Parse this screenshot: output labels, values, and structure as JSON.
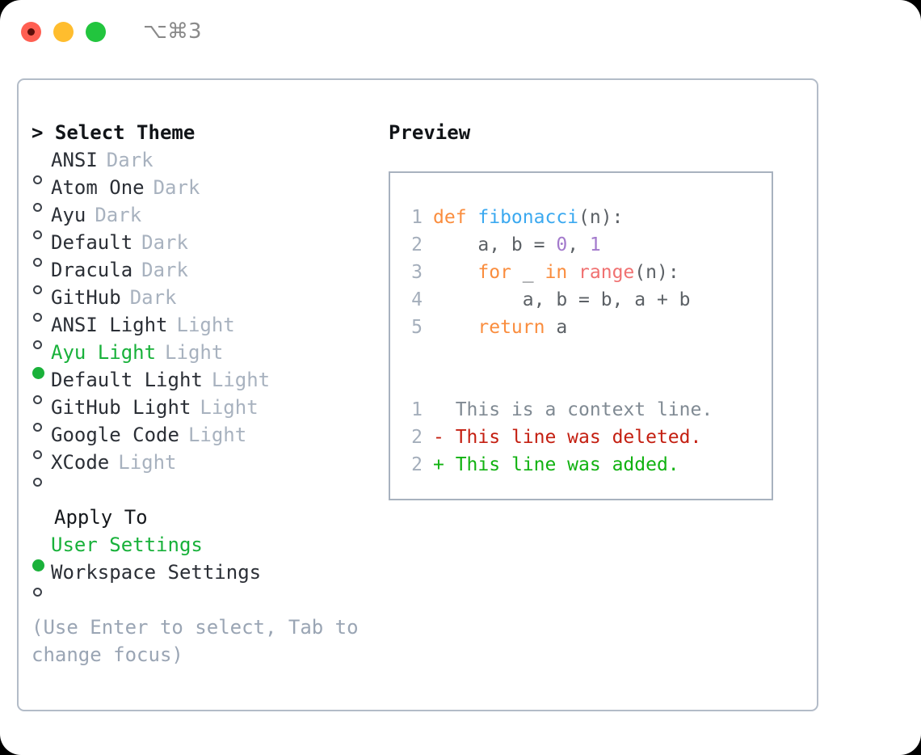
{
  "titlebar": {
    "shortcut": "⌥⌘3",
    "lights": [
      {
        "name": "close",
        "color": "#ff5f52"
      },
      {
        "name": "minimize",
        "color": "#ffbd2e"
      },
      {
        "name": "maximize",
        "color": "#22c53e"
      }
    ]
  },
  "left": {
    "header": "> Select Theme",
    "themes": [
      {
        "name": "ANSI",
        "badge": "Dark",
        "selected": false
      },
      {
        "name": "Atom One",
        "badge": "Dark",
        "selected": false
      },
      {
        "name": "Ayu",
        "badge": "Dark",
        "selected": false
      },
      {
        "name": "Default",
        "badge": "Dark",
        "selected": false
      },
      {
        "name": "Dracula",
        "badge": "Dark",
        "selected": false
      },
      {
        "name": "GitHub",
        "badge": "Dark",
        "selected": false
      },
      {
        "name": "ANSI Light",
        "badge": "Light",
        "selected": false
      },
      {
        "name": "Ayu Light",
        "badge": "Light",
        "selected": true
      },
      {
        "name": "Default Light",
        "badge": "Light",
        "selected": false
      },
      {
        "name": "GitHub Light",
        "badge": "Light",
        "selected": false
      },
      {
        "name": "Google Code",
        "badge": "Light",
        "selected": false
      },
      {
        "name": "XCode",
        "badge": "Light",
        "selected": false
      }
    ],
    "apply_to_header": "Apply To",
    "apply_to_options": [
      {
        "name": "User Settings",
        "selected": true
      },
      {
        "name": "Workspace Settings",
        "selected": false
      }
    ],
    "hint": "(Use Enter to select, Tab to change focus)"
  },
  "right": {
    "header": "Preview",
    "code_lines": [
      {
        "n": "1",
        "tokens": [
          {
            "t": "def ",
            "c": "kw"
          },
          {
            "t": "fibonacci",
            "c": "fn"
          },
          {
            "t": "(n):",
            "c": "pln"
          }
        ]
      },
      {
        "n": "2",
        "tokens": [
          {
            "t": "    a, b = ",
            "c": "pln"
          },
          {
            "t": "0",
            "c": "num"
          },
          {
            "t": ", ",
            "c": "pln"
          },
          {
            "t": "1",
            "c": "num"
          }
        ]
      },
      {
        "n": "3",
        "tokens": [
          {
            "t": "    ",
            "c": "pln"
          },
          {
            "t": "for",
            "c": "kw"
          },
          {
            "t": " _ ",
            "c": "pln"
          },
          {
            "t": "in",
            "c": "kw"
          },
          {
            "t": " ",
            "c": "pln"
          },
          {
            "t": "range",
            "c": "bi"
          },
          {
            "t": "(n):",
            "c": "pln"
          }
        ]
      },
      {
        "n": "4",
        "tokens": [
          {
            "t": "        a, b = b, a + b",
            "c": "pln"
          }
        ]
      },
      {
        "n": "5",
        "tokens": [
          {
            "t": "    ",
            "c": "pln"
          },
          {
            "t": "return",
            "c": "kw"
          },
          {
            "t": " a",
            "c": "pln"
          }
        ]
      }
    ],
    "diff_lines": [
      {
        "n": "1",
        "marker": "  ",
        "text": "This is a context line.",
        "kind": "ctx"
      },
      {
        "n": "2",
        "marker": "- ",
        "text": "This line was deleted.",
        "kind": "del"
      },
      {
        "n": "2",
        "marker": "+ ",
        "text": "This line was added.",
        "kind": "add"
      }
    ]
  },
  "colors": {
    "accent_green": "#18b13a",
    "badge_gray": "#a8b2bf",
    "border": "#b3bcc8",
    "keyword": "#fa8d3e",
    "function": "#3ba9f0",
    "number": "#a37acc",
    "builtin": "#f07171",
    "diff_deleted": "#c41f11",
    "diff_added": "#11b211"
  }
}
